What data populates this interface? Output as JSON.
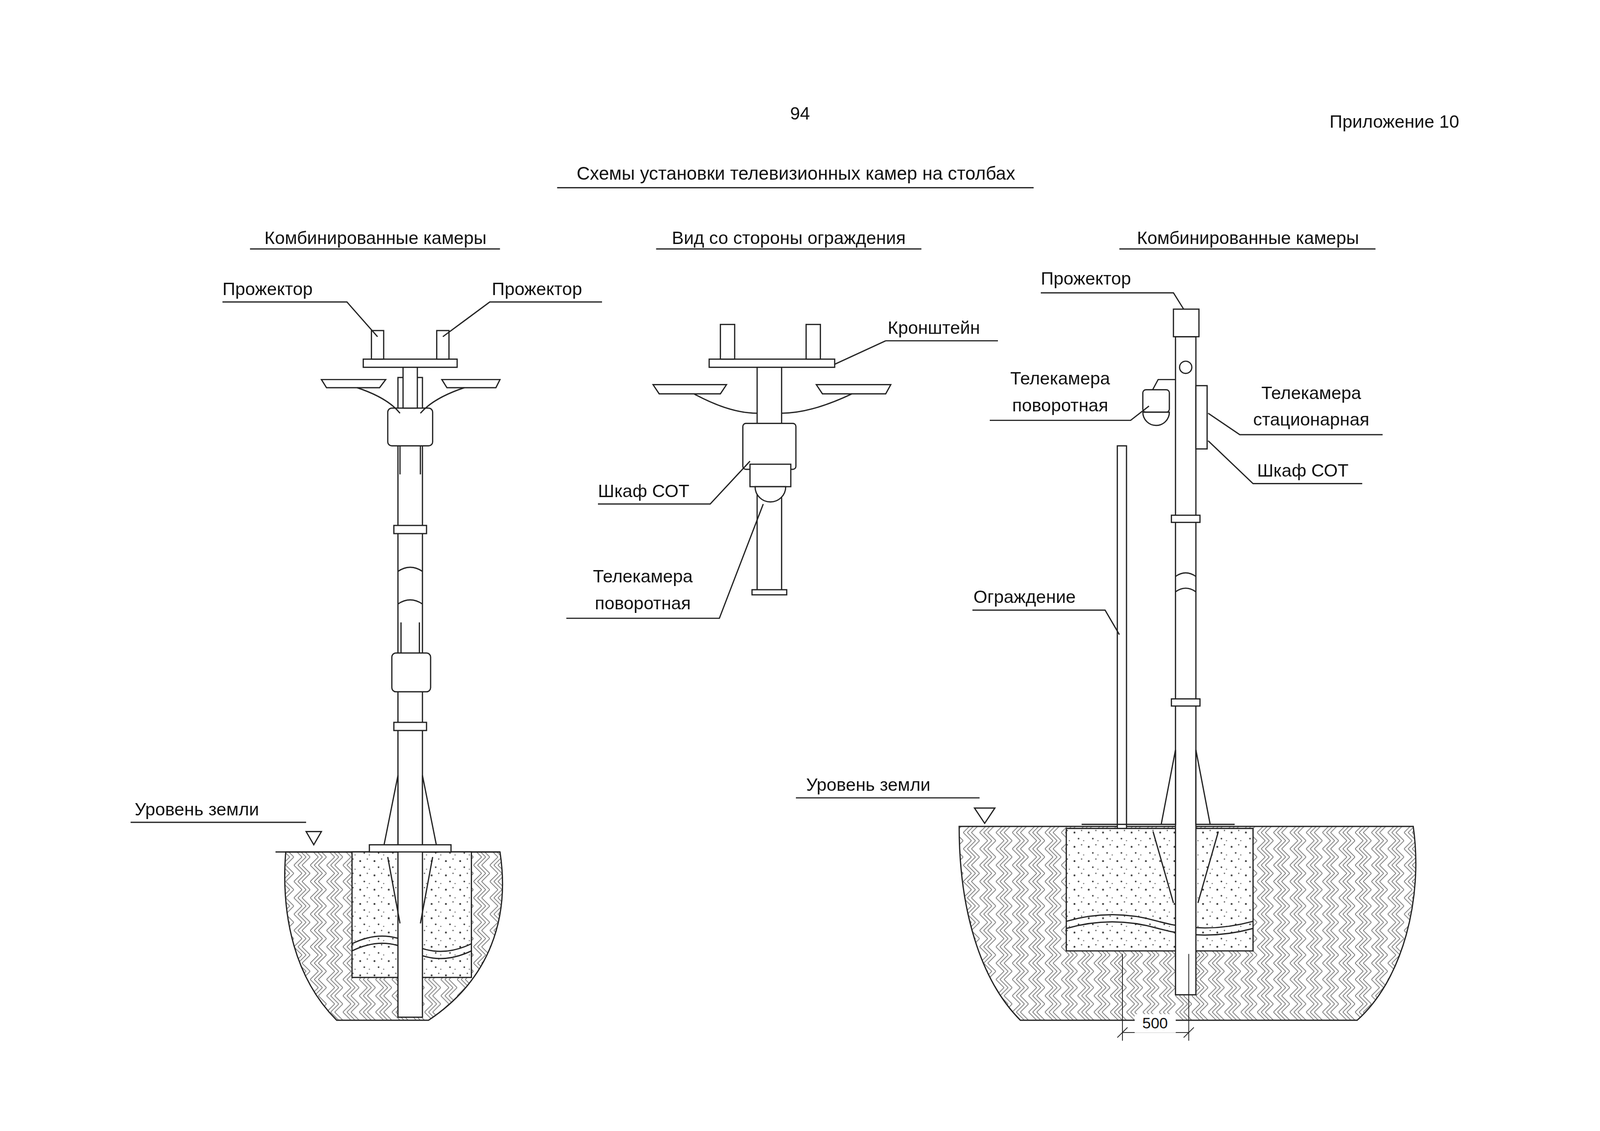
{
  "diagram": {
    "title": "Схемы установки телевизионных камер на столбах",
    "labels": [
      "94",
      "Приложение 10",
      "Комбинированные камеры",
      "Вид со стороны ограждения",
      "Комбинированные камеры",
      "Прожектор",
      "Прожектор",
      "Кронштейн",
      "Шкаф СОТ",
      "Телекамера поворотная",
      "Уровень земли",
      "Прожектор",
      "Телекамера поворотная",
      "Телекамера стационарная",
      "Шкаф СОТ",
      "Ограждение",
      "Уровень земли",
      "500"
    ]
  }
}
